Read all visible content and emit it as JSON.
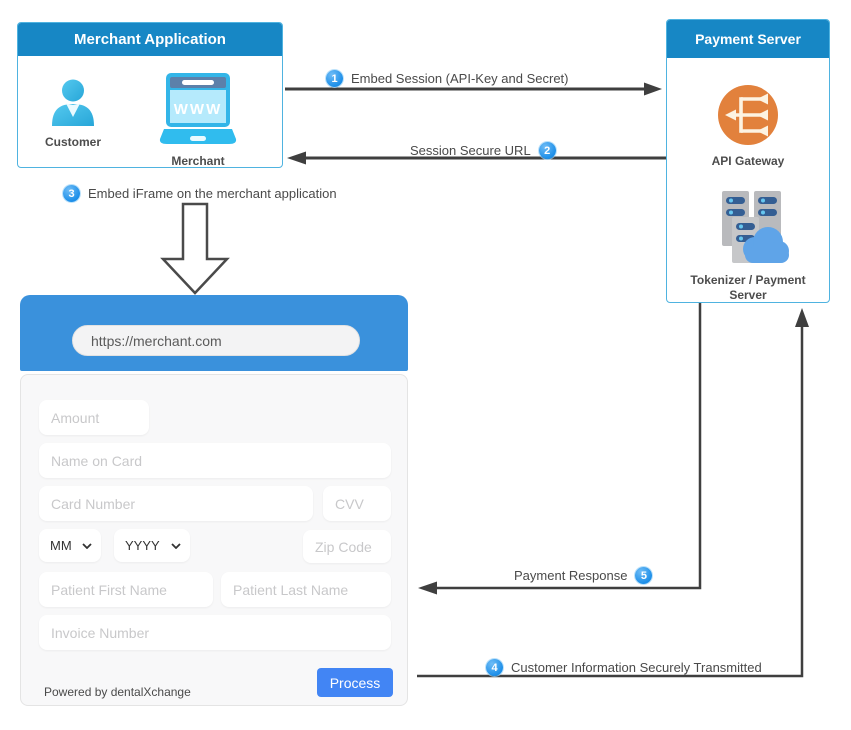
{
  "diagram": {
    "merchant_box": {
      "title": "Merchant Application",
      "customer_label": "Customer",
      "merchant_label": "Merchant",
      "laptop_text": "WWW"
    },
    "payment_box": {
      "title": "Payment Server",
      "api_gateway_label": "API Gateway",
      "tokenizer_label": "Tokenizer / Payment Server"
    },
    "steps": [
      {
        "num": "1",
        "label": "Embed Session (API-Key and Secret)"
      },
      {
        "num": "2",
        "label": "Session Secure URL"
      },
      {
        "num": "3",
        "label": "Embed iFrame on the merchant application"
      },
      {
        "num": "4",
        "label": "Customer Information Securely Transmitted"
      },
      {
        "num": "5",
        "label": "Payment Response"
      }
    ]
  },
  "browser": {
    "url": "https://merchant.com"
  },
  "form": {
    "placeholders": {
      "amount": "Amount",
      "name_on_card": "Name on Card",
      "card_number": "Card Number",
      "cvv": "CVV",
      "zip_code": "Zip Code",
      "patient_first_name": "Patient First Name",
      "patient_last_name": "Patient Last Name",
      "invoice_number": "Invoice Number"
    },
    "expiry_month_value": "MM",
    "expiry_year_value": "YYYY",
    "powered_by": "Powered by dentalXchange",
    "process_button_label": "Process"
  },
  "colors": {
    "header_blue": "#1787c5",
    "box_border": "#4fb3e0",
    "badge_blue": "#1d8fe9",
    "browser_blue": "#3a91dc",
    "process_blue": "#4285f4",
    "connector_gray": "#3f3f3f",
    "api_gateway_orange": "#e2813c",
    "cloud_blue": "#5fa4e8",
    "icon_cyan": "#33b5e8"
  }
}
